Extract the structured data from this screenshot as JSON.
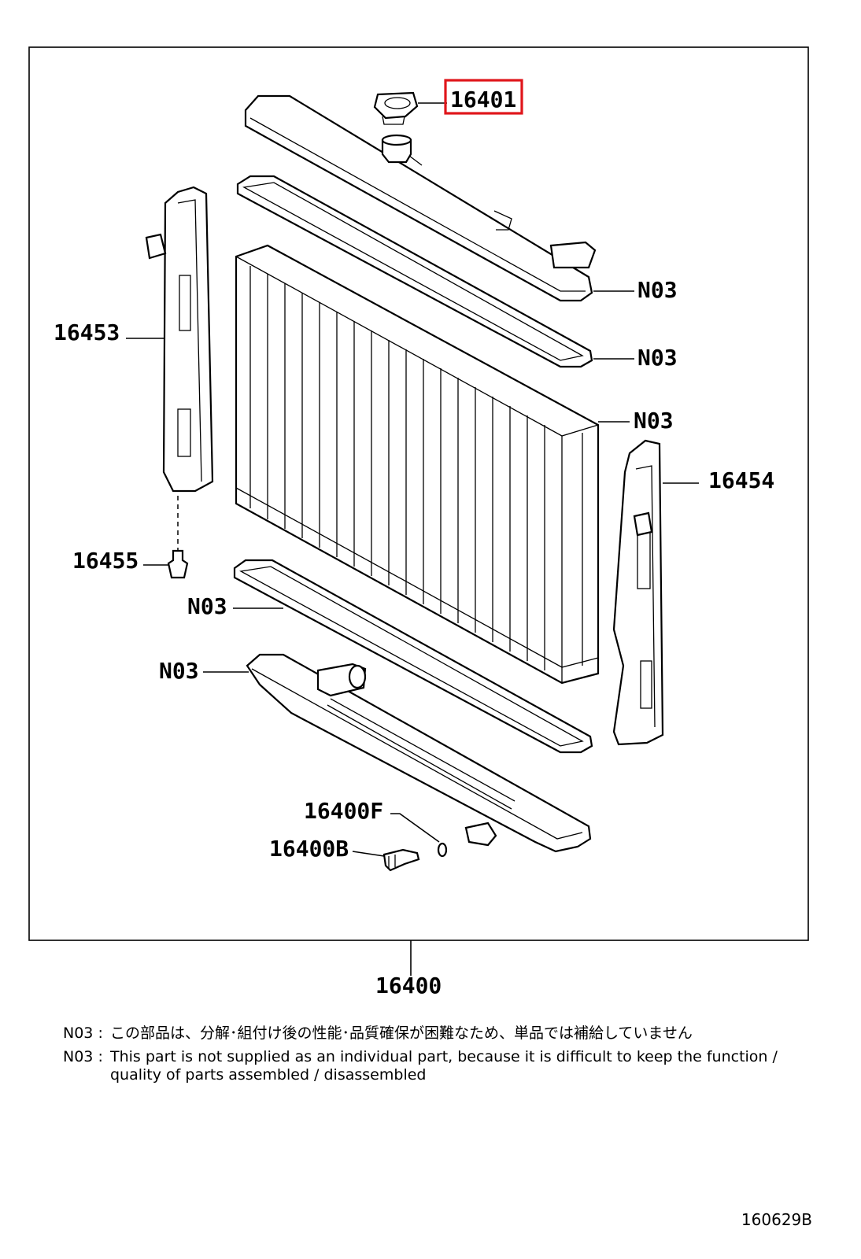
{
  "parts": {
    "p16401": "16401",
    "p16453": "16453",
    "p16454": "16454",
    "p16455": "16455",
    "p16400F": "16400F",
    "p16400B": "16400B",
    "p16400": "16400",
    "n03_upper_tank": "N03",
    "n03_upper_gasket": "N03",
    "n03_core": "N03",
    "n03_lower_gasket": "N03",
    "n03_lower_tank": "N03"
  },
  "highlight": {
    "part": "16401",
    "color": "#e0161b"
  },
  "notes": [
    {
      "code": "N03",
      "sep": ":",
      "text": "この部品は、分解･組付け後の性能･品質確保が困難なため、単品では補給していません"
    },
    {
      "code": "N03",
      "sep": ":",
      "text": "This part is not supplied as an individual part, because it is difficult to keep the function /"
    },
    {
      "code": "",
      "sep": "",
      "text": "quality of parts assembled / disassembled"
    }
  ],
  "diagram_id": "160629B"
}
